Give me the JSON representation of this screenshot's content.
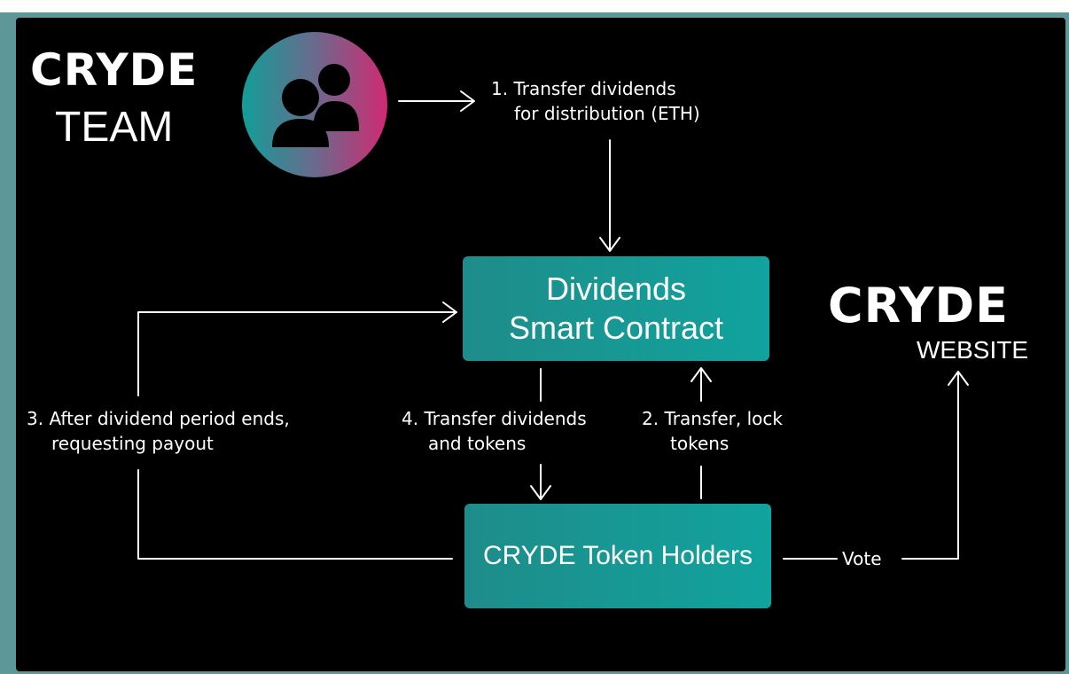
{
  "team_logo": {
    "brand": "CRYDE",
    "sub": "TEAM"
  },
  "website_logo": {
    "brand": "CRYDE",
    "sub": "WEBSITE"
  },
  "team_icon": "users-group-icon",
  "smart_contract_box": {
    "line1": "Dividends",
    "line2": "Smart Contract"
  },
  "holders_box": {
    "label": "CRYDE Token Holders"
  },
  "steps": {
    "step1": {
      "line1": "1. Transfer dividends",
      "line2": "for distribution (ETH)"
    },
    "step2": {
      "line1": "2. Transfer, lock",
      "line2": "tokens"
    },
    "step3": {
      "line1": "3. After dividend period ends,",
      "line2": "requesting payout"
    },
    "step4": {
      "line1": "4. Transfer dividends",
      "line2": "and tokens"
    },
    "vote": "Vote"
  },
  "colors": {
    "background": "#000000",
    "frame": "#5d9797",
    "box": "#11a39e",
    "gradient_start": "#119e98",
    "gradient_end": "#d02a72",
    "text": "#ffffff"
  }
}
